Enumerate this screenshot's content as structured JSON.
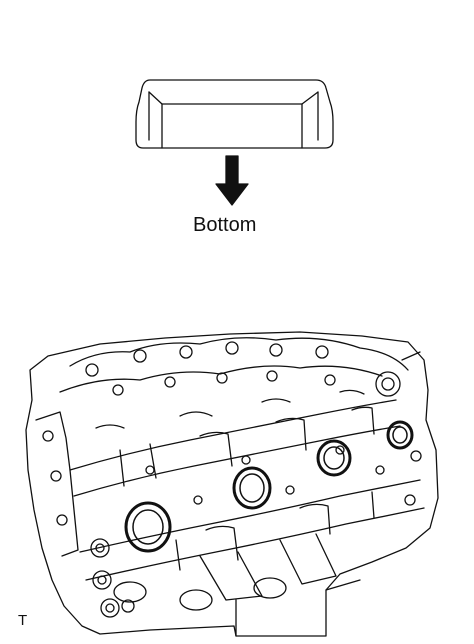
{
  "diagram": {
    "arrow_label": "Bottom",
    "corner_code": "T"
  },
  "colors": {
    "line": "#111111",
    "background": "#ffffff"
  },
  "icons": [
    "oil-seal-outline-icon",
    "down-arrow-icon",
    "engine-cylinder-head-illustration"
  ]
}
